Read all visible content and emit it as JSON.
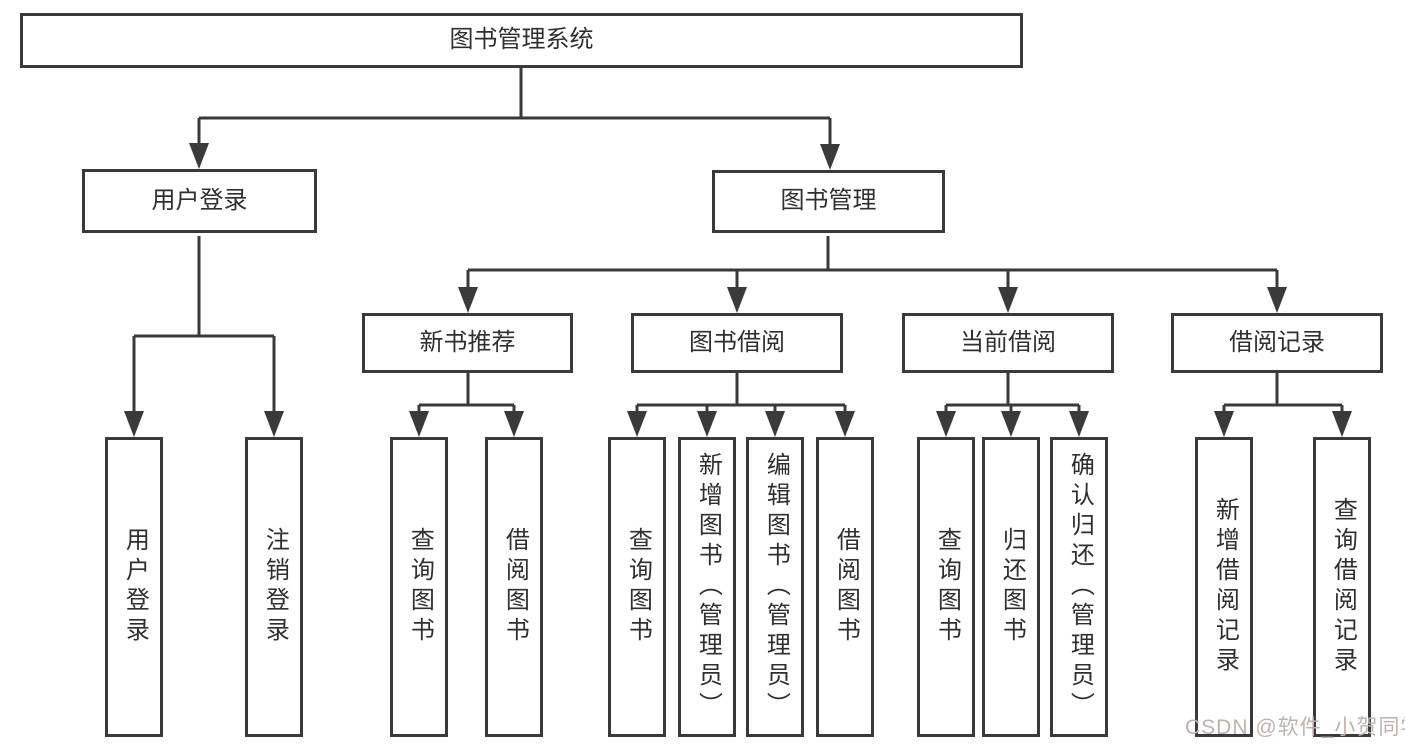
{
  "colors": {
    "background": "#ffffff",
    "line": "#3a3a3a",
    "text": "#2f2f2f",
    "watermark": "#bdb2b2"
  },
  "watermark": {
    "text": "CSDN @软件_小贺同学"
  },
  "tree": {
    "label": "图书管理系统",
    "children": [
      {
        "label": "用户登录",
        "children": [
          {
            "label": "用户登录"
          },
          {
            "label": "注销登录"
          }
        ]
      },
      {
        "label": "图书管理",
        "children": [
          {
            "label": "新书推荐",
            "children": [
              {
                "label": "查询图书"
              },
              {
                "label": "借阅图书"
              }
            ]
          },
          {
            "label": "图书借阅",
            "children": [
              {
                "label": "查询图书"
              },
              {
                "label": "新增图书（管理员）"
              },
              {
                "label": "编辑图书（管理员）"
              },
              {
                "label": "借阅图书"
              }
            ]
          },
          {
            "label": "当前借阅",
            "children": [
              {
                "label": "查询图书"
              },
              {
                "label": "归还图书"
              },
              {
                "label": "确认归还（管理员）"
              }
            ]
          },
          {
            "label": "借阅记录",
            "children": [
              {
                "label": "新增借阅记录"
              },
              {
                "label": "查询借阅记录"
              }
            ]
          }
        ]
      }
    ]
  }
}
